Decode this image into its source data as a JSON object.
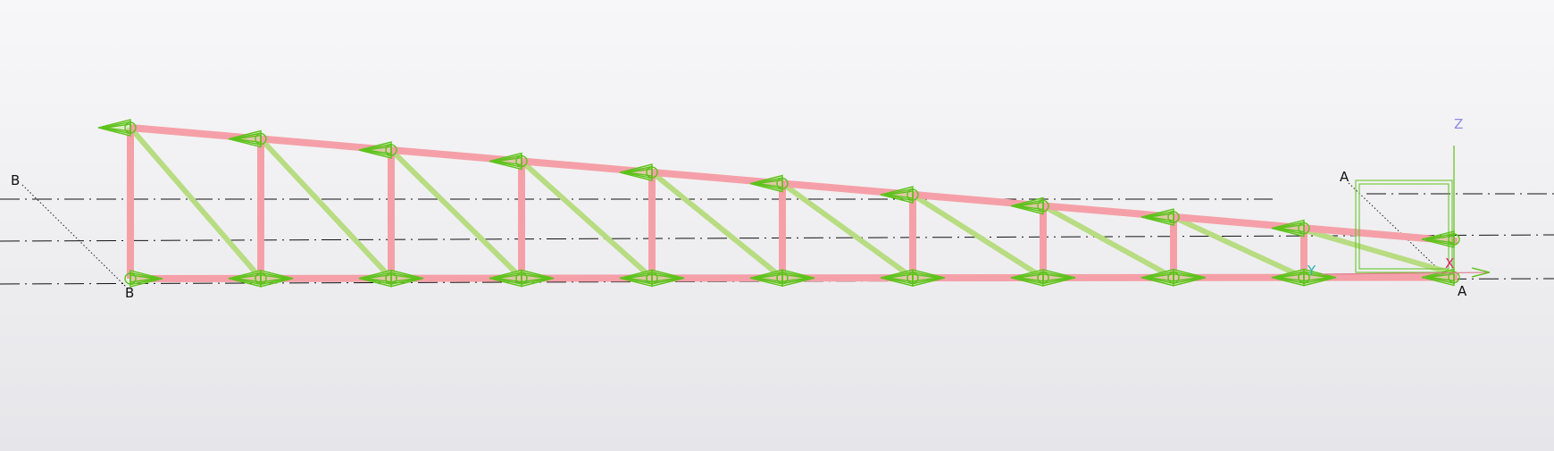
{
  "viewport": {
    "background": "#f2f2f4",
    "colors": {
      "chord": "#f5a0a8",
      "diagonal": "#b8dc82",
      "symbol": "#5cc21a",
      "gridline": "#111111",
      "axis_x": "#e0246e",
      "axis_y": "#2bb5a6",
      "axis_z": "#8a8ae0"
    }
  },
  "section_marks": {
    "left_top": "B",
    "left_bottom": "B",
    "right_top": "A",
    "right_bottom": "A"
  },
  "axes": {
    "x": "X",
    "y": "Y",
    "z": "Z"
  },
  "truss": {
    "panels": 9,
    "symbol": "load-direction-icon"
  }
}
